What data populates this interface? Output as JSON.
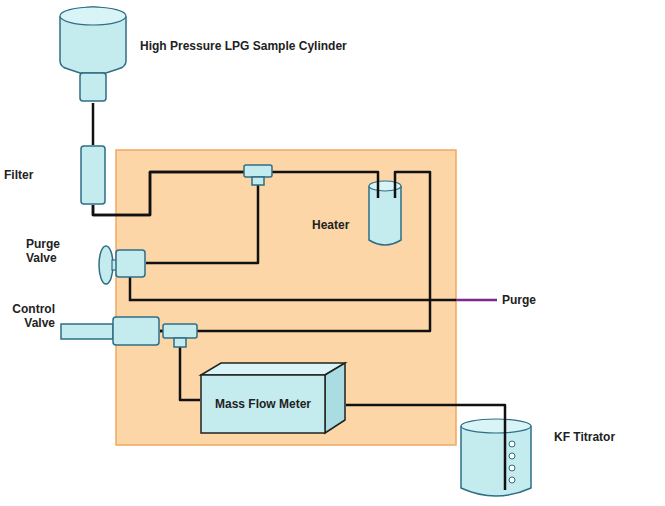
{
  "diagram": {
    "nodes": [
      {
        "text": [
          "High Pressure LPG Sample Cylinder"
        ]
      },
      {
        "text": [
          "Filter"
        ]
      },
      {
        "text": [
          "Heater"
        ]
      },
      {
        "text": [
          "Purge Valve"
        ]
      },
      {
        "text": [
          "Control Valve"
        ]
      },
      {
        "text": [
          "Mass Flow Meter"
        ]
      },
      {
        "text": [
          "KF Titrator"
        ]
      }
    ],
    "edges": [
      {
        "from": 0,
        "to": 1,
        "arrow": "none"
      },
      {
        "from": 1,
        "to": 2,
        "arrow": "none"
      },
      {
        "from": 1,
        "to": 3,
        "arrow": "none"
      },
      {
        "from": 2,
        "to": 4,
        "arrow": "none"
      },
      {
        "from": 4,
        "to": 5,
        "arrow": "none"
      },
      {
        "from": 5,
        "to": 6,
        "arrow": "none"
      }
    ],
    "labels": [
      "Purge"
    ]
  }
}
